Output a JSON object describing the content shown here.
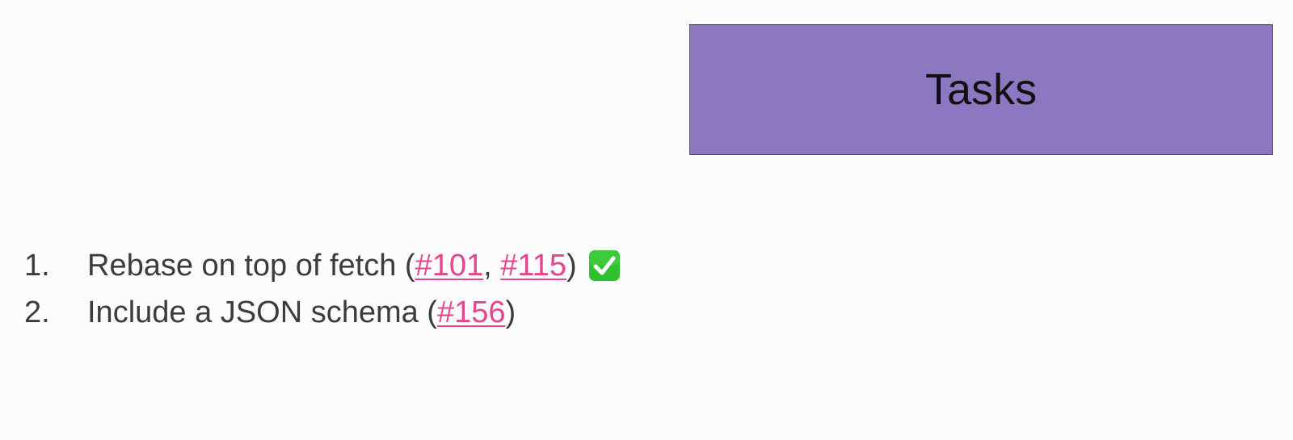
{
  "header": {
    "title": "Tasks"
  },
  "tasks": [
    {
      "number": "1.",
      "text": "Rebase on top of fetch",
      "open_paren": " (",
      "links": [
        "#101",
        "#115"
      ],
      "separator": ", ",
      "close_paren": ")",
      "status_icon": "checkmark-done-icon"
    },
    {
      "number": "2.",
      "text": "Include a JSON schema",
      "open_paren": " (",
      "links": [
        "#156"
      ],
      "close_paren": ")"
    }
  ],
  "colors": {
    "title_background": "#8c78c0",
    "link": "#e2468e",
    "check_green": "#2ec02e"
  }
}
